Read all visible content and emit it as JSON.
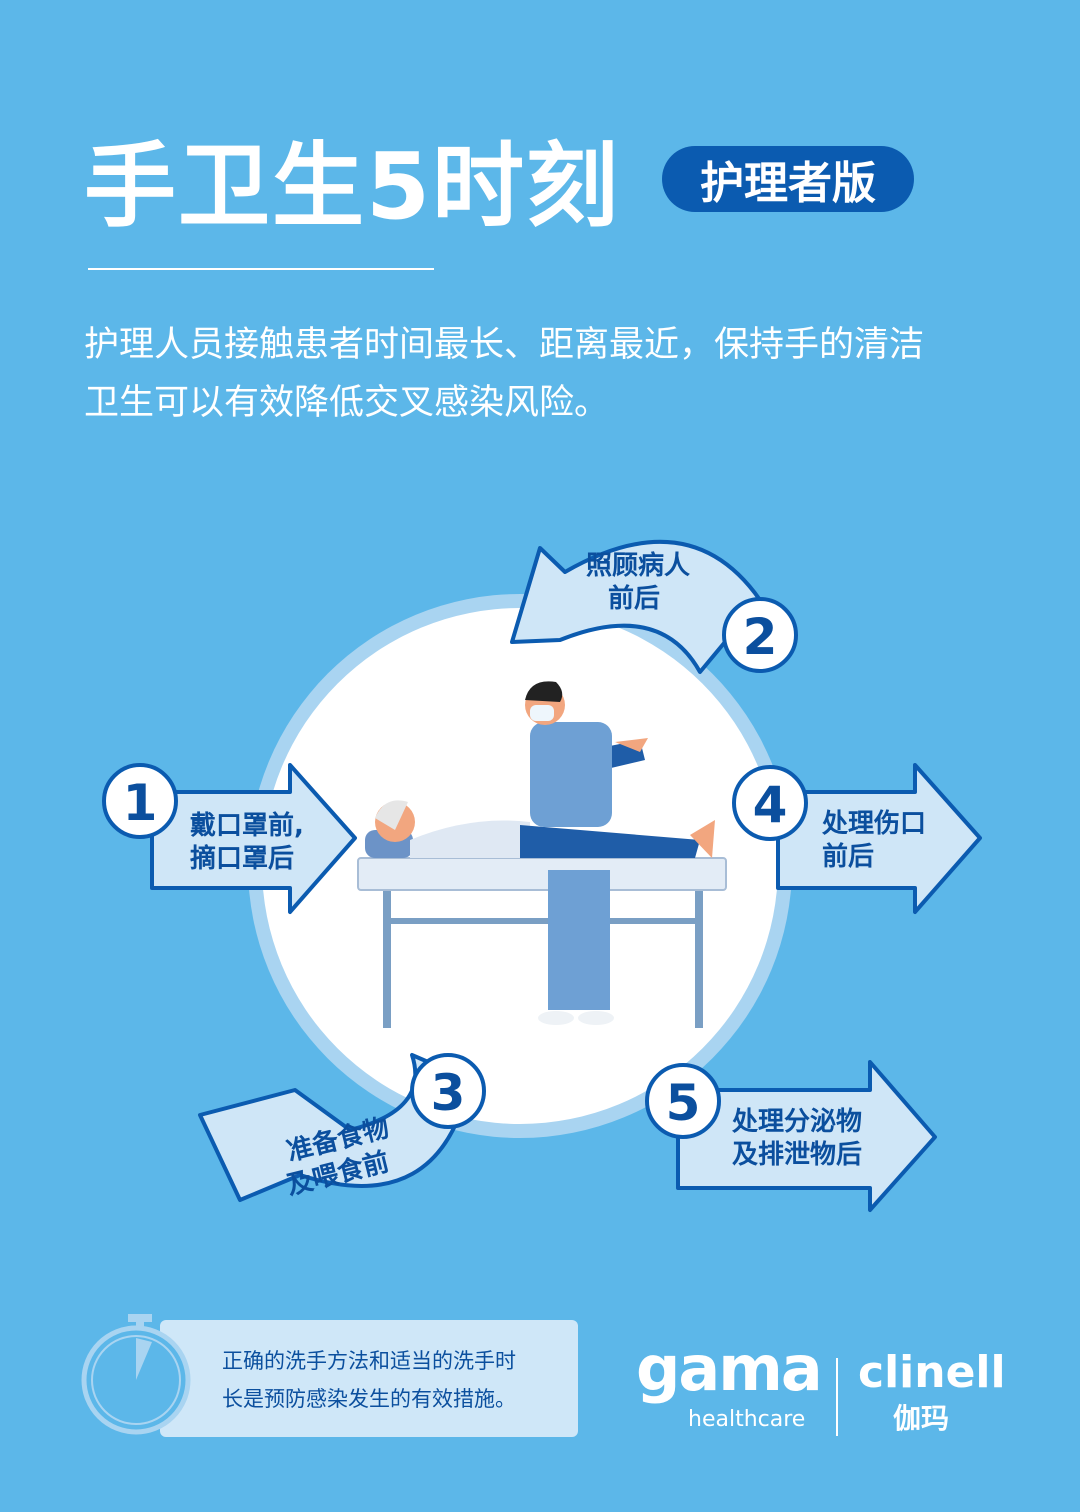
{
  "header": {
    "title": "手卫生5时刻",
    "badge": "护理者版"
  },
  "intro": {
    "line1": "护理人员接触患者时间最长、距离最近，保持手的清洁",
    "line2": "卫生可以有效降低交叉感染风险。"
  },
  "moments": [
    {
      "number": "1",
      "line1": "戴口罩前,",
      "line2": "摘口罩后"
    },
    {
      "number": "2",
      "line1": "照顾病人",
      "line2": "前后"
    },
    {
      "number": "3",
      "line1": "准备食物",
      "line2": "及喂食前"
    },
    {
      "number": "4",
      "line1": "处理伤口",
      "line2": "前后"
    },
    {
      "number": "5",
      "line1": "处理分泌物",
      "line2": "及排泄物后"
    }
  ],
  "tip": {
    "line1": "正确的洗手方法和适当的洗手时",
    "line2": "长是预防感染发生的有效措施。"
  },
  "logos": {
    "gama": "gama",
    "gama_sub": "healthcare",
    "clinell": "clinell",
    "clinell_cn": "伽玛"
  },
  "colors": {
    "background": "#5cb7e9",
    "accent": "#0b5bb0",
    "arrow_fill": "#cfe6f7"
  }
}
